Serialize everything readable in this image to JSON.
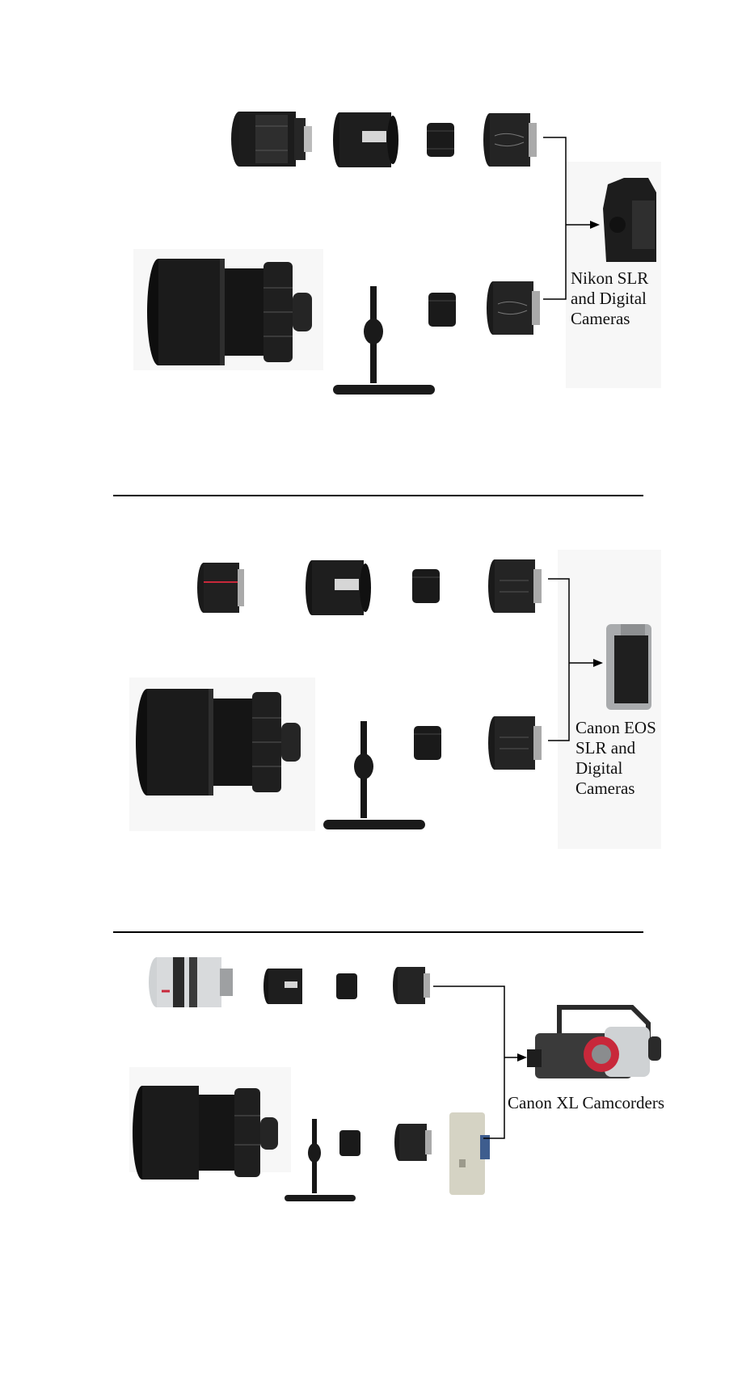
{
  "sections": [
    {
      "id": "nikon",
      "target_label": "Nikon SLR\nand Digital\nCameras"
    },
    {
      "id": "canon",
      "target_label": "Canon EOS\nSLR and\nDigital\nCameras"
    },
    {
      "id": "xl",
      "target_label": "Canon XL Camcorders"
    }
  ],
  "colors": {
    "metal_dark": "#141414",
    "metal_mid": "#2b2b2b",
    "silver": "#cfd2d4",
    "accent_red": "#c8283a",
    "line": "#000000"
  },
  "icons": [
    "camera-lens-icon",
    "extension-tube-icon",
    "adapter-ring-icon",
    "telescope-icon",
    "stand-icon",
    "slr-camera-icon",
    "camcorder-icon",
    "xl-adapter-icon"
  ]
}
